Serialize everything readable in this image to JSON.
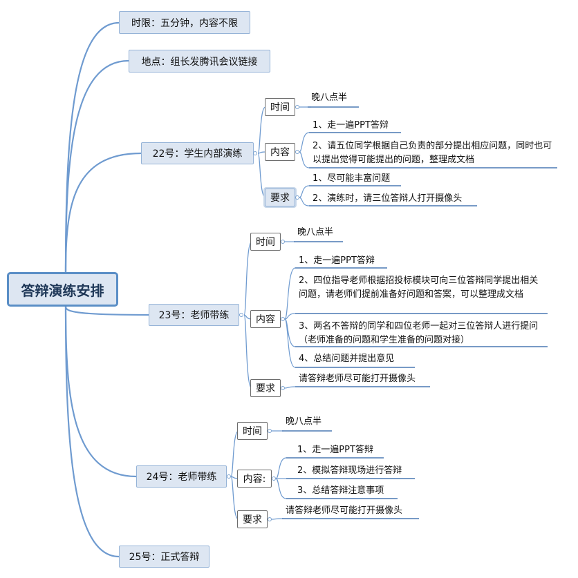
{
  "root": {
    "label": "答辩演练安排"
  },
  "branches": {
    "time_limit": {
      "label": "时限：五分钟，内容不限"
    },
    "location": {
      "label": "地点：组长发腾讯会议链接"
    },
    "d22": {
      "label": "22号：学生内部演练",
      "time": {
        "label": "时间",
        "items": [
          "晚八点半"
        ]
      },
      "content": {
        "label": "内容",
        "items": [
          "1、走一遍PPT答辩",
          "2、请五位同学根据自己负责的部分提出相应问题，同时也可以提出觉得可能提出的问题，整理成文档"
        ]
      },
      "req": {
        "label": "要求",
        "items": [
          "1、尽可能丰富问题",
          "2、演练时，请三位答辩人打开摄像头"
        ]
      }
    },
    "d23": {
      "label": "23号：老师带练",
      "time": {
        "label": "时间",
        "items": [
          "晚八点半"
        ]
      },
      "content": {
        "label": "内容",
        "items": [
          "1、走一遍PPT答辩",
          "2、四位指导老师根据招投标模块可向三位答辩同学提出相关问题，请老师们提前准备好问题和答案，可以整理成文档",
          "3、两名不答辩的同学和四位老师一起对三位答辩人进行提问（老师准备的问题和学生准备的问题对接）",
          "4、总结问题并提出意见"
        ]
      },
      "req": {
        "label": "要求",
        "items": [
          "请答辩老师尽可能打开摄像头"
        ]
      }
    },
    "d24": {
      "label": "24号：老师带练",
      "time": {
        "label": "时间",
        "items": [
          "晚八点半"
        ]
      },
      "content": {
        "label": "内容:",
        "items": [
          "1、走一遍PPT答辩",
          "2、模拟答辩现场进行答辩",
          "3、总结答辩注意事项"
        ]
      },
      "req": {
        "label": "要求",
        "items": [
          "请答辩老师尽可能打开摄像头"
        ]
      }
    },
    "d25": {
      "label": "25号：正式答辩"
    }
  },
  "colors": {
    "line": "#6f9bd0",
    "underline": "#4a78b4",
    "node_fill": "#dde6f2",
    "node_border": "#95b3d7",
    "root_border": "#5a8ec6"
  }
}
